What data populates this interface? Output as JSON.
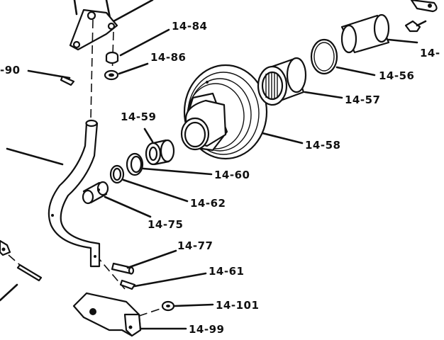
{
  "labels": {
    "l_14_84": "14-84",
    "l_14_86": "14-86",
    "l_90": "-90",
    "l_14_59": "14-59",
    "l_14_56": "14-56",
    "l_14_57": "14-57",
    "l_14_58": "14-58",
    "l_14_60": "14-60",
    "l_14_62": "14-62",
    "l_14_75": "14-75",
    "l_14_77": "14-77",
    "l_14_61": "14-61",
    "l_14_101": "14-101",
    "l_14_99": "14-99",
    "l_14_partial": "14-"
  }
}
